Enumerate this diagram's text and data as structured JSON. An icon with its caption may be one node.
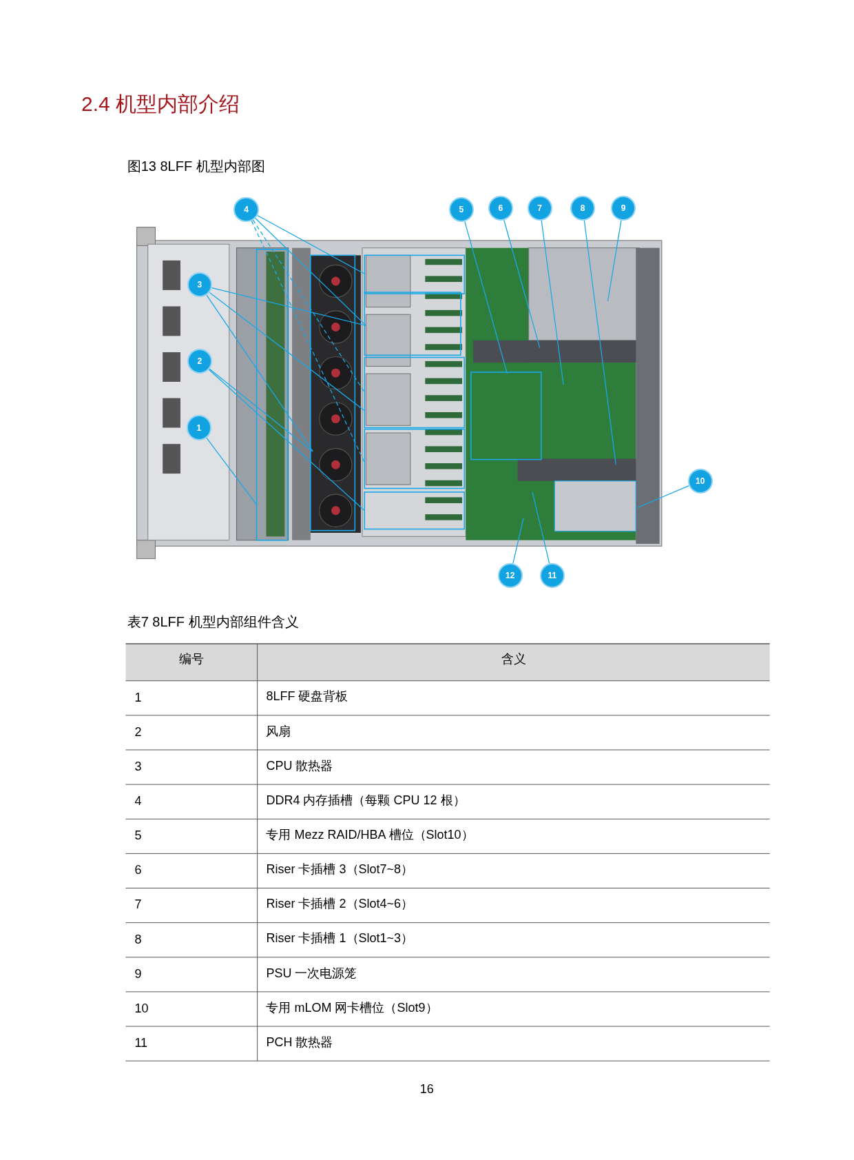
{
  "diagram": {
    "title": "2.4 机型内部介绍",
    "nodes": [
      {
        "text": [
          "4"
        ]
      },
      {
        "text": [
          "5"
        ]
      },
      {
        "text": [
          "6"
        ]
      },
      {
        "text": [
          "7"
        ]
      },
      {
        "text": [
          "8"
        ]
      },
      {
        "text": [
          "9"
        ]
      },
      {
        "text": [
          "3"
        ]
      },
      {
        "text": [
          "2"
        ]
      },
      {
        "text": [
          "1"
        ]
      },
      {
        "text": [
          "10"
        ]
      },
      {
        "text": [
          "12"
        ]
      },
      {
        "text": [
          "11"
        ]
      }
    ],
    "edges": [
      {
        "from": 0,
        "to": null,
        "arrow": "none"
      },
      {
        "from": 0,
        "to": null,
        "arrow": "none"
      },
      {
        "from": 0,
        "to": null,
        "arrow": "none",
        "style": "dashed"
      },
      {
        "from": 0,
        "to": null,
        "arrow": "none",
        "style": "dashed"
      },
      {
        "from": 1,
        "to": null,
        "arrow": "none"
      },
      {
        "from": 2,
        "to": null,
        "arrow": "none"
      },
      {
        "from": 3,
        "to": null,
        "arrow": "none"
      },
      {
        "from": 4,
        "to": null,
        "arrow": "none"
      },
      {
        "from": 5,
        "to": null,
        "arrow": "none"
      },
      {
        "from": 6,
        "to": null,
        "arrow": "none"
      },
      {
        "from": 6,
        "to": null,
        "arrow": "none"
      },
      {
        "from": 6,
        "to": null,
        "arrow": "none"
      },
      {
        "from": 7,
        "to": null,
        "arrow": "none"
      },
      {
        "from": 7,
        "to": null,
        "arrow": "none"
      },
      {
        "from": 8,
        "to": null,
        "arrow": "none"
      },
      {
        "from": 9,
        "to": null,
        "arrow": "none"
      },
      {
        "from": 10,
        "to": null,
        "arrow": "none"
      },
      {
        "from": 11,
        "to": null,
        "arrow": "none"
      }
    ],
    "labels": [
      "图13 8LFF 机型内部图",
      "表7 8LFF 机型内部组件含义",
      "编号",
      "含义",
      "1",
      "8LFF 硬盘背板",
      "2",
      "风扇",
      "3",
      "CPU 散热器",
      "4",
      "DDR4 内存插槽（每颗 CPU 12 根）",
      "5",
      "专用 Mezz RAID/HBA 槽位（Slot10）",
      "6",
      "Riser 卡插槽 3（Slot7~8）",
      "7",
      "Riser 卡插槽 2（Slot4~6）",
      "8",
      "Riser 卡插槽 1（Slot1~3）",
      "9",
      "PSU 一次电源笼",
      "10",
      "专用 mLOM 网卡槽位（Slot9）",
      "11",
      "PCH 散热器",
      "16"
    ]
  }
}
